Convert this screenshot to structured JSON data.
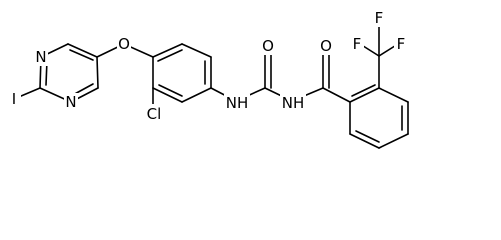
{
  "atoms": {
    "iodine": "I",
    "pyrimidine_n_top": "N",
    "pyrimidine_n_bottom": "N",
    "ether_oxygen": "O",
    "chlorine": "Cl",
    "amide_nh_left": "NH",
    "urea_oxygen": "O",
    "amide_nh_right": "NH",
    "benzoyl_oxygen": "O",
    "fluorine_left": "F",
    "fluorine_top": "F",
    "fluorine_right": "F"
  },
  "colors": {
    "bond": "#000000",
    "label": "#000000",
    "background": "#ffffff"
  }
}
